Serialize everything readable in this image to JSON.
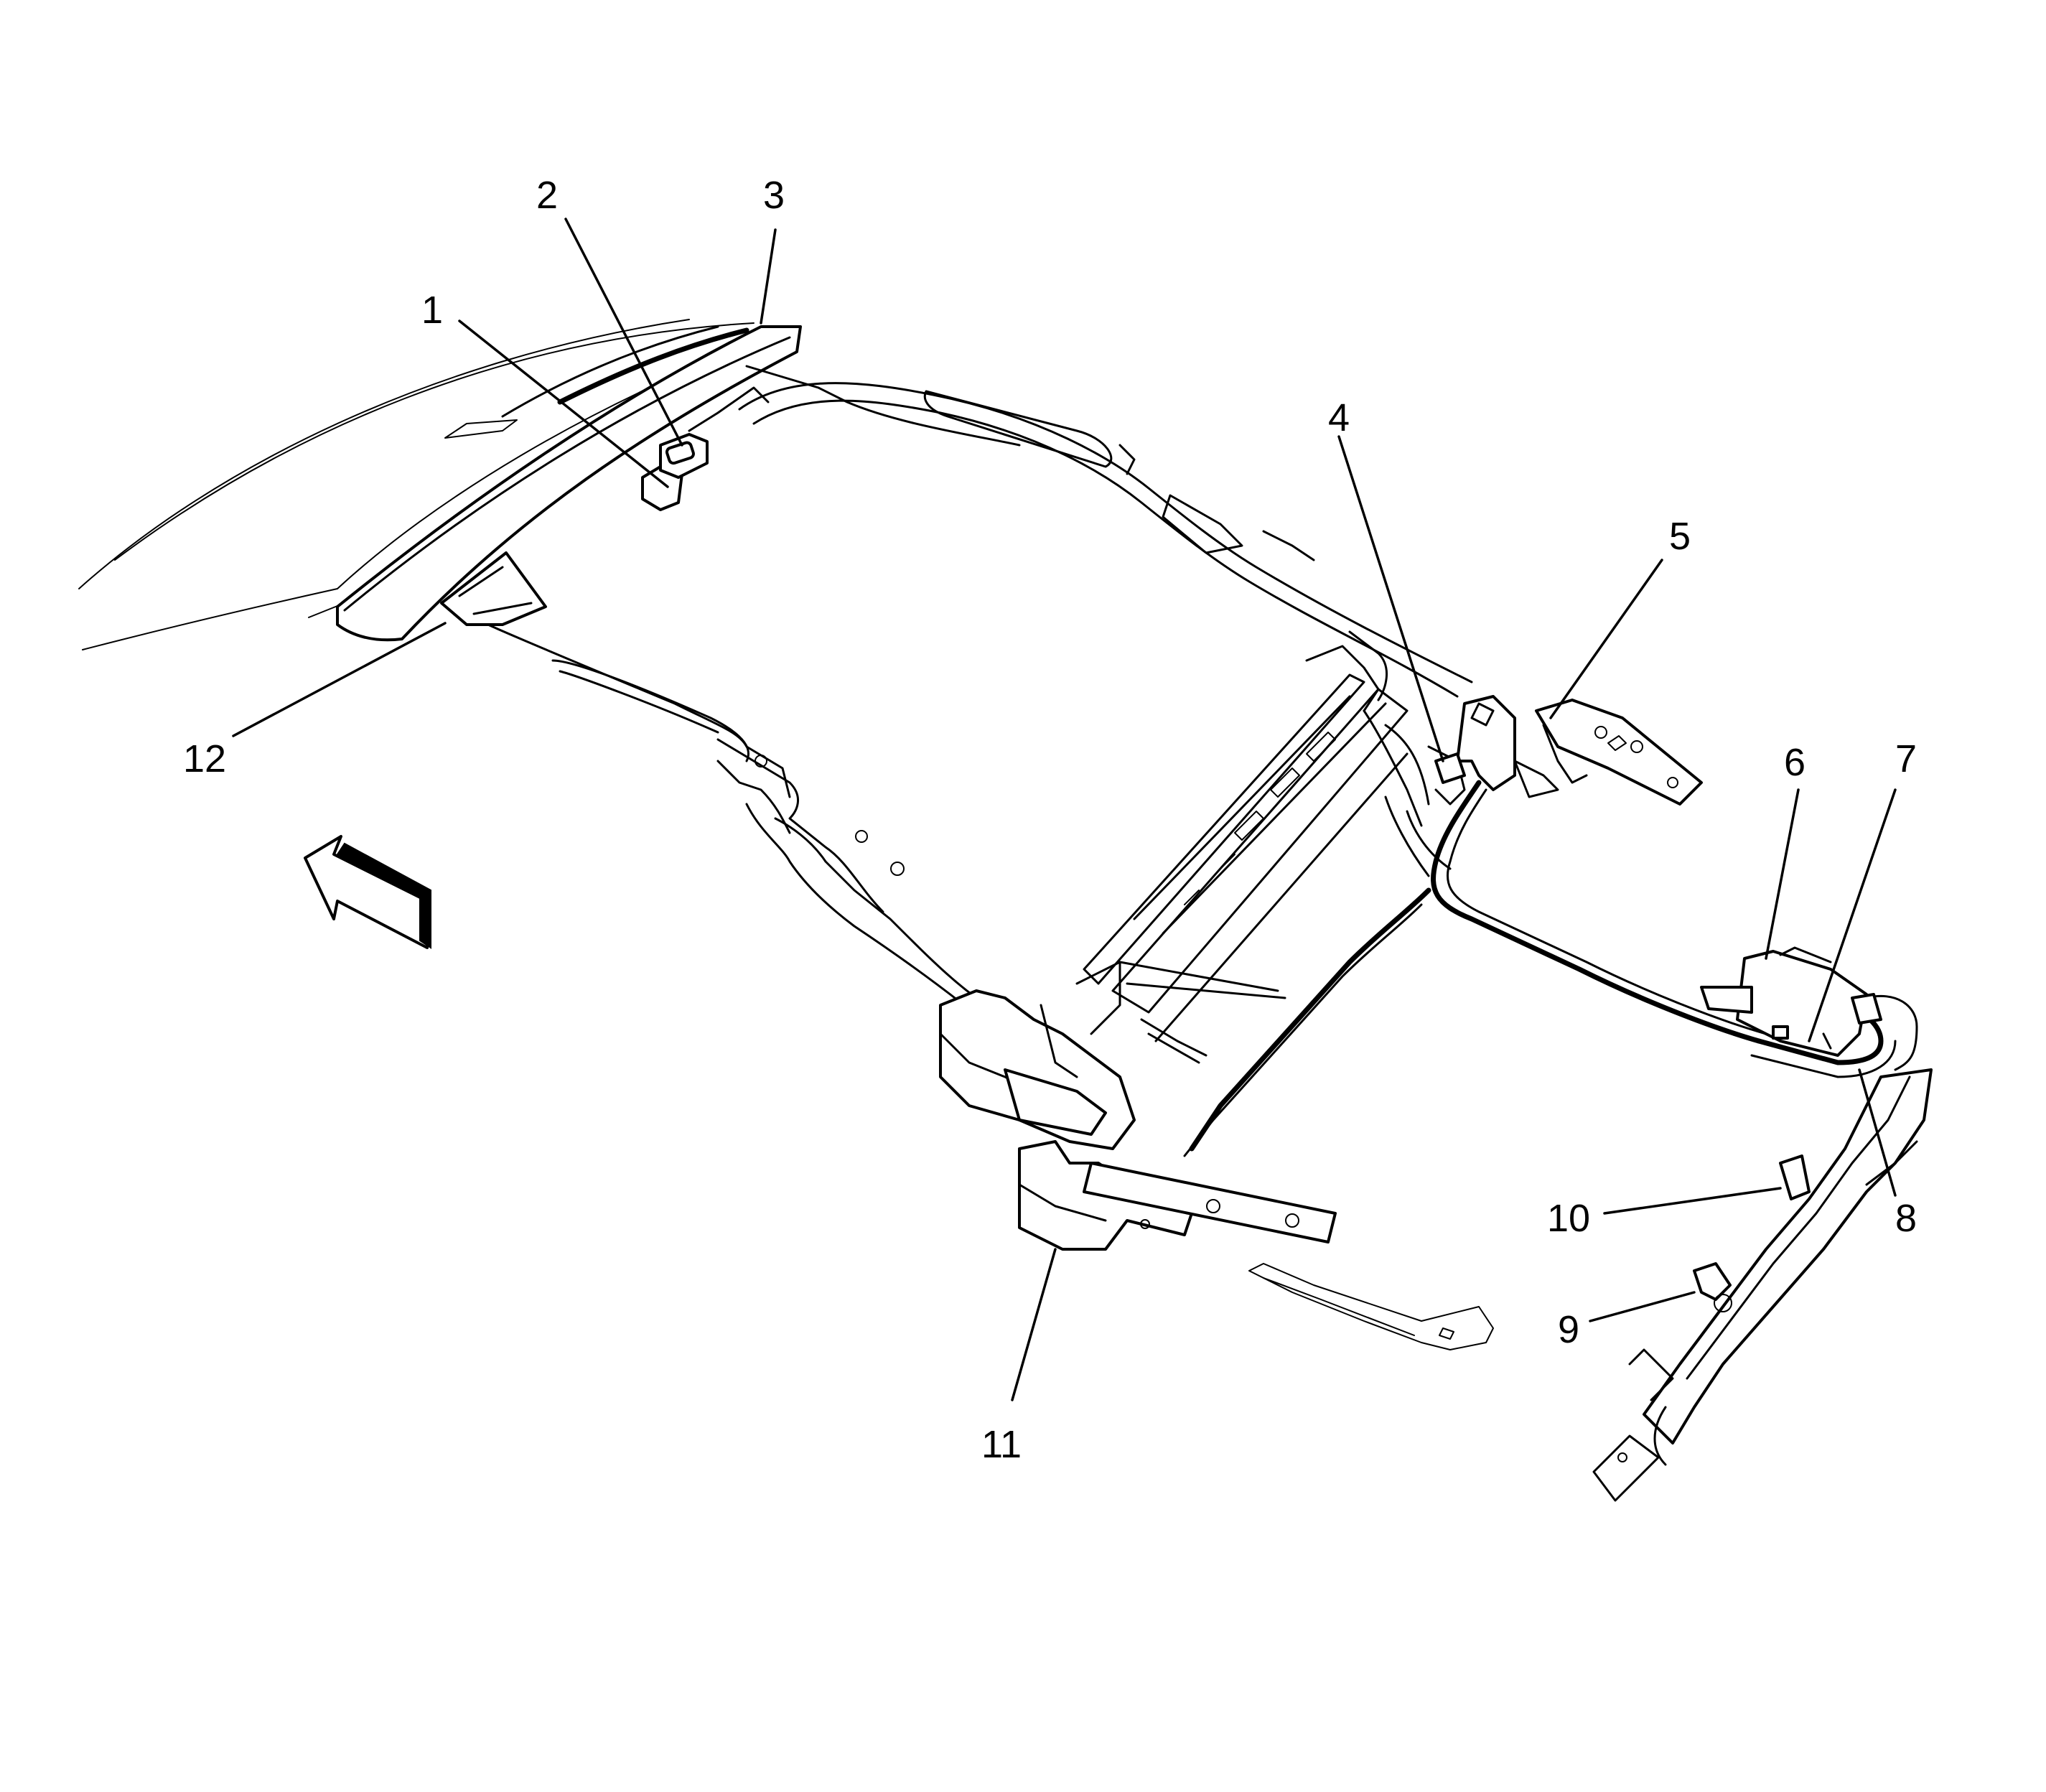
{
  "callouts": [
    {
      "id": "1",
      "label": "1"
    },
    {
      "id": "2",
      "label": "2"
    },
    {
      "id": "3",
      "label": "3"
    },
    {
      "id": "4",
      "label": "4"
    },
    {
      "id": "5",
      "label": "5"
    },
    {
      "id": "6",
      "label": "6"
    },
    {
      "id": "7",
      "label": "7"
    },
    {
      "id": "8",
      "label": "8"
    },
    {
      "id": "9",
      "label": "9"
    },
    {
      "id": "10",
      "label": "10"
    },
    {
      "id": "11",
      "label": "11"
    },
    {
      "id": "12",
      "label": "12"
    }
  ],
  "direction_icon": "forward-arrow-icon"
}
